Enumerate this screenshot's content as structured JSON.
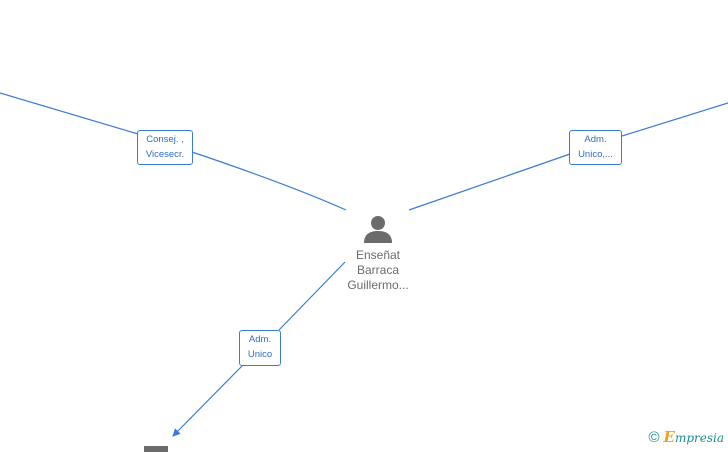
{
  "center_node": {
    "name_lines": [
      "Enseñat",
      "Barraca",
      "Guillermo..."
    ],
    "icon": "person-icon"
  },
  "edges": [
    {
      "id": "left",
      "label_lines": [
        "Consej. ,",
        "Vicesecr."
      ]
    },
    {
      "id": "right",
      "label_lines": [
        "Adm.",
        "Unico,..."
      ]
    },
    {
      "id": "bottom",
      "label_lines": [
        "Adm.",
        "Unico"
      ]
    }
  ],
  "watermark": {
    "copyright_symbol": "©",
    "brand_initial": "E",
    "brand_rest": "mpresia"
  },
  "colors": {
    "edge": "#3a7bd5",
    "label_text": "#2f6cc7",
    "node_icon": "#6b6b6b",
    "brand": "#1d8f8f",
    "brand_accent": "#f0a020"
  }
}
